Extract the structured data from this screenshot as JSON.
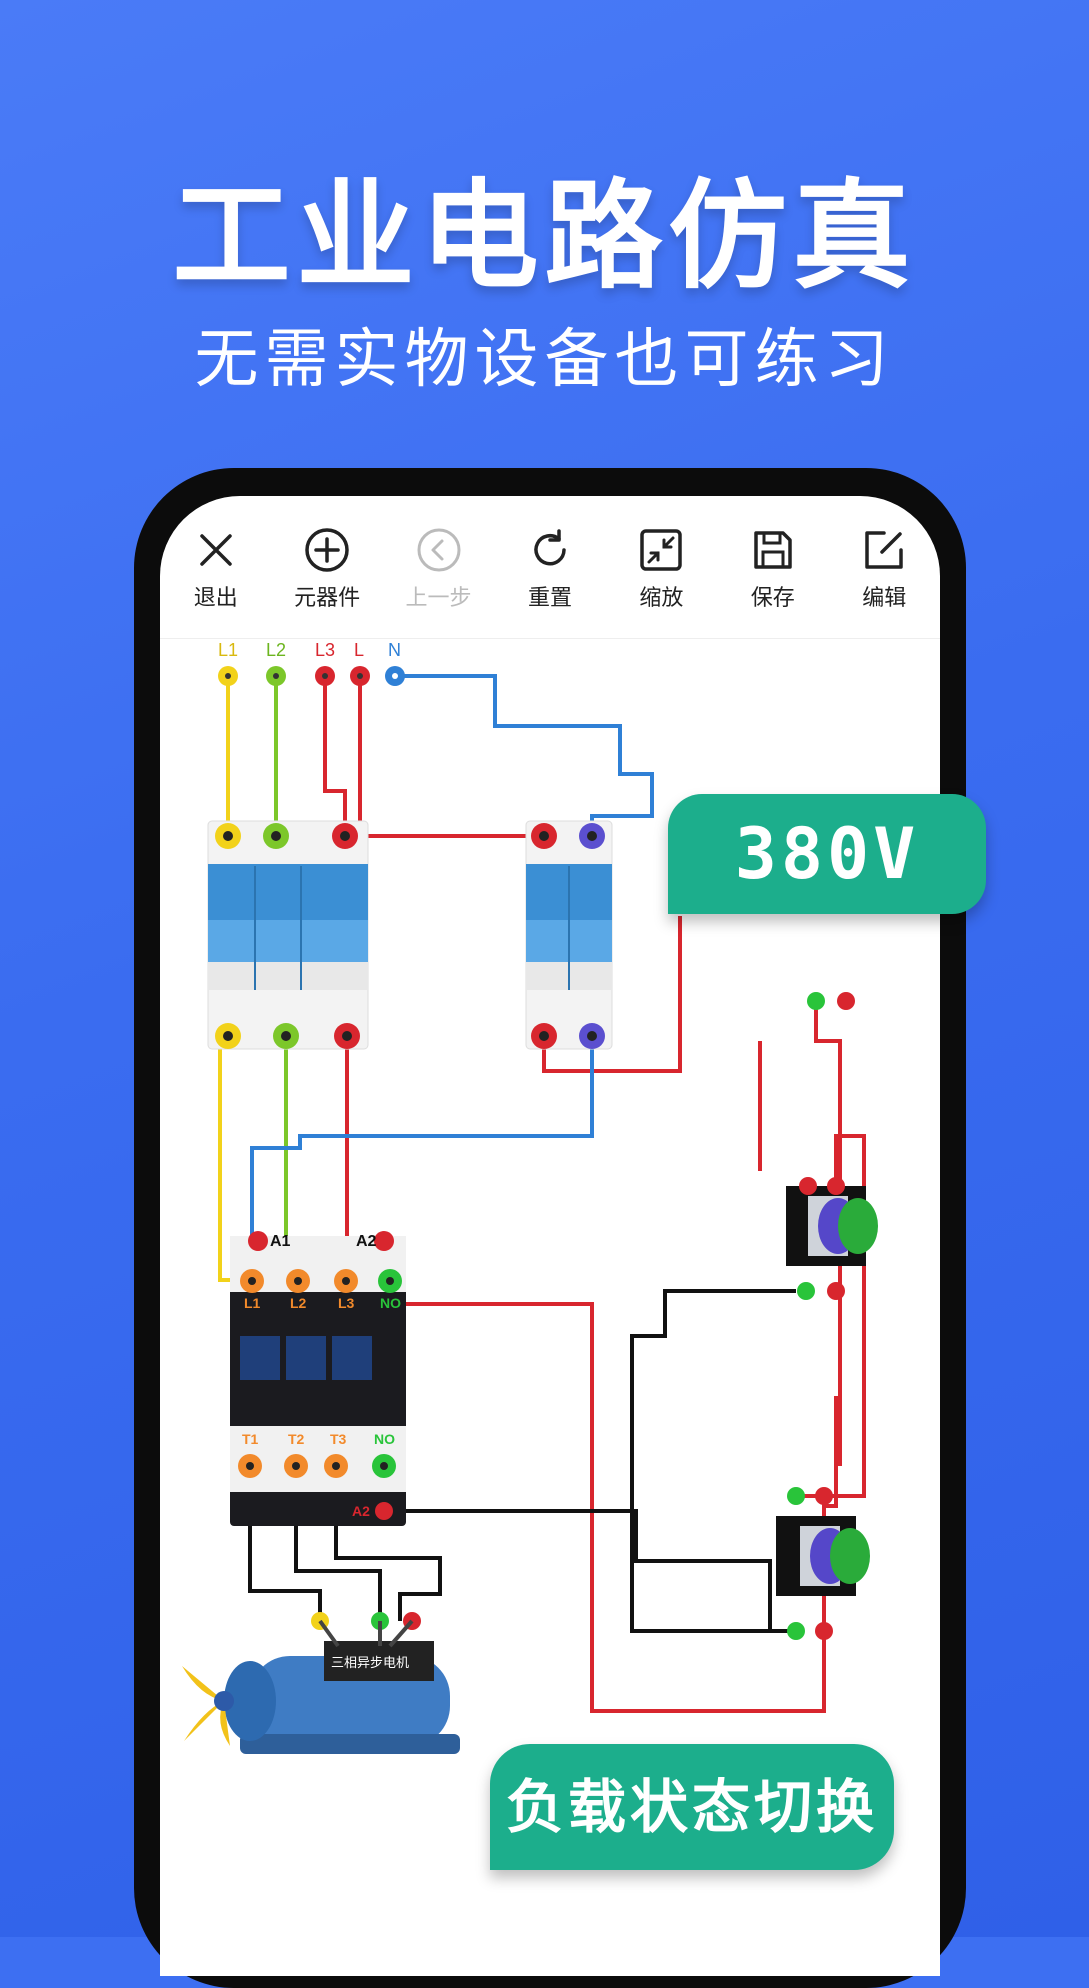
{
  "hero": {
    "title": "工业电路仿真",
    "subtitle": "无需实物设备也可练习"
  },
  "toolbar": {
    "exit": "退出",
    "components": "元器件",
    "undo": "上一步",
    "reset": "重置",
    "zoom": "缩放",
    "save": "保存",
    "edit": "编辑"
  },
  "circuit": {
    "terminals": {
      "l1": "L1",
      "l2": "L2",
      "l3": "L3",
      "l": "L",
      "n": "N"
    },
    "contactor": {
      "a1": "A1",
      "a2_top": "A2",
      "in_l1": "L1",
      "in_l2": "L2",
      "in_l3": "L3",
      "in_no": "NO",
      "out_t1": "T1",
      "out_t2": "T2",
      "out_t3": "T3",
      "out_no": "NO",
      "a2_bottom": "A2"
    },
    "motor_label": "三相异步电机"
  },
  "badges": {
    "voltage": "380V",
    "load_switch": "负载状态切换"
  },
  "colors": {
    "background": "#3d6ff2",
    "accent_badge": "#1cae8c",
    "wire_yellow": "#f2d21a",
    "wire_green": "#7cc72a",
    "wire_red": "#d8262e",
    "wire_blue": "#2f80d6",
    "wire_black": "#111111"
  }
}
